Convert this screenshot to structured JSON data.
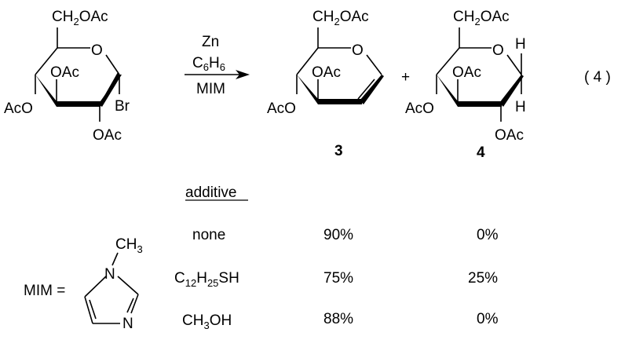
{
  "equation_number": "( 4 )",
  "plus": "+",
  "reactant": {
    "ch2oac": [
      "CH",
      "2",
      "OAc"
    ],
    "ring_o": "O",
    "oac_top": "OAc",
    "aco": "AcO",
    "br": "Br",
    "oac_bottom": "OAc"
  },
  "conditions": {
    "reagent": "Zn",
    "solvent": [
      "C",
      "6",
      "H",
      "6"
    ],
    "additive": "MIM"
  },
  "product3": {
    "label": "3",
    "ch2oac": [
      "CH",
      "2",
      "OAc"
    ],
    "ring_o": "O",
    "oac_top": "OAc",
    "aco": "AcO"
  },
  "product4": {
    "label": "4",
    "ch2oac": [
      "CH",
      "2",
      "OAc"
    ],
    "ring_o": "O",
    "oac_top": "OAc",
    "aco": "AcO",
    "h_top": "H",
    "h_bottom": "H",
    "oac_bottom": "OAc"
  },
  "table": {
    "header": "additive",
    "rows": [
      {
        "additive": [
          "none"
        ],
        "yield3": "90%",
        "yield4": "0%"
      },
      {
        "additive": [
          "C",
          "12",
          "H",
          "25",
          "SH"
        ],
        "yield3": "75%",
        "yield4": "25%"
      },
      {
        "additive": [
          "CH",
          "3",
          "OH"
        ],
        "yield3": "88%",
        "yield4": "0%"
      }
    ]
  },
  "mim_definition": {
    "label": "MIM =",
    "ch3": [
      "CH",
      "3"
    ],
    "n1": "N",
    "n3": "N"
  }
}
